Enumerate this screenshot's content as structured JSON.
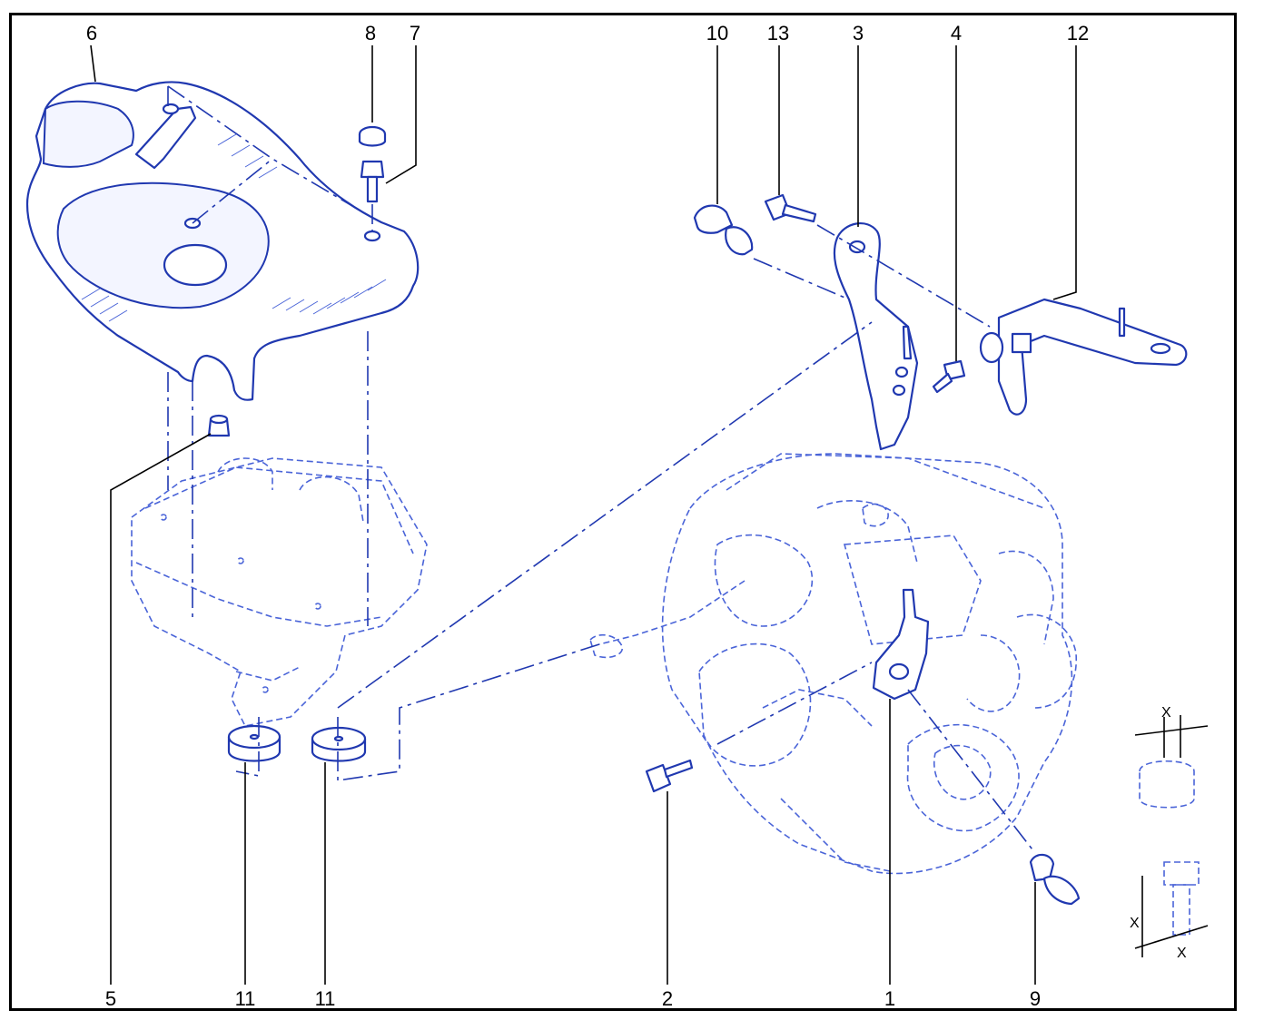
{
  "colors": {
    "line": "#2038b0",
    "ghost": "#4a64d8",
    "label": "#000000",
    "background": "#ffffff"
  },
  "callouts": [
    {
      "id": "c6",
      "label": "6"
    },
    {
      "id": "c8",
      "label": "8"
    },
    {
      "id": "c7",
      "label": "7"
    },
    {
      "id": "c10",
      "label": "10"
    },
    {
      "id": "c13",
      "label": "13"
    },
    {
      "id": "c3",
      "label": "3"
    },
    {
      "id": "c4",
      "label": "4"
    },
    {
      "id": "c12",
      "label": "12"
    },
    {
      "id": "c5",
      "label": "5"
    },
    {
      "id": "c11a",
      "label": "11"
    },
    {
      "id": "c11b",
      "label": "11"
    },
    {
      "id": "c2",
      "label": "2"
    },
    {
      "id": "c1",
      "label": "1"
    },
    {
      "id": "c9",
      "label": "9"
    }
  ],
  "dimension_marks": [
    "X",
    "X",
    "X"
  ],
  "icons": {
    "cover": "engine-cover-icon",
    "bracket": "lifting-bracket-icon",
    "bolt": "bolt-icon",
    "clip": "hose-clip-icon",
    "grommet": "rubber-grommet-icon",
    "engine": "engine-block-outline-icon"
  }
}
